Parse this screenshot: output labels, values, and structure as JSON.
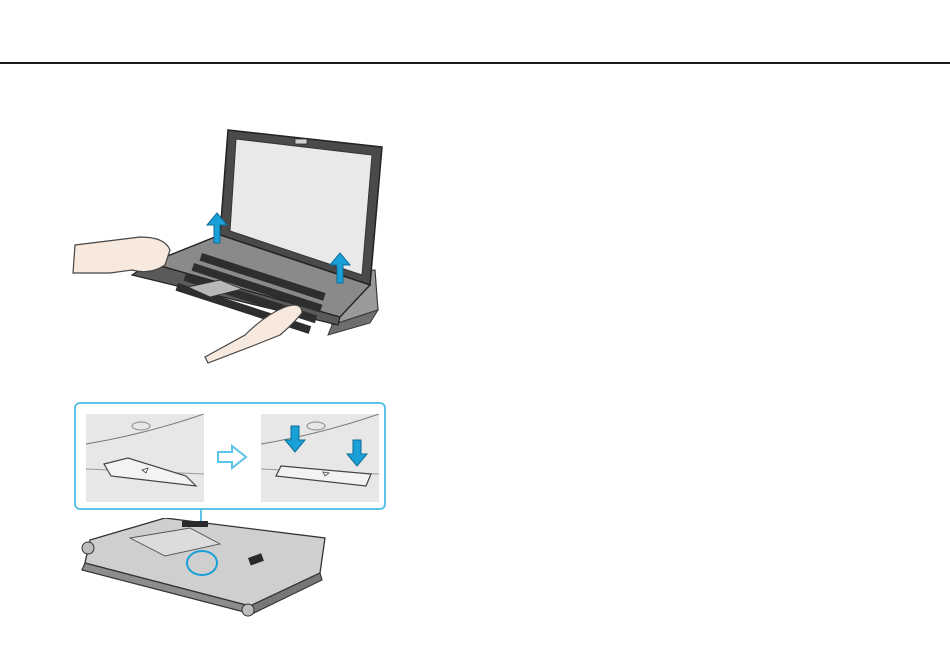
{
  "page": {
    "rule": "header-rule"
  },
  "figures": {
    "laptop": {
      "icons": [
        "laptop",
        "hands",
        "lift-arrow",
        "port-replicator"
      ]
    },
    "detail": {
      "icons": [
        "lock-panel",
        "step-arrow",
        "press-arrow",
        "laptop-bottom"
      ],
      "colors": {
        "callout": "#5cc3e8",
        "arrow": "#1aa0d8",
        "panel": "#e7e7e7"
      }
    }
  }
}
